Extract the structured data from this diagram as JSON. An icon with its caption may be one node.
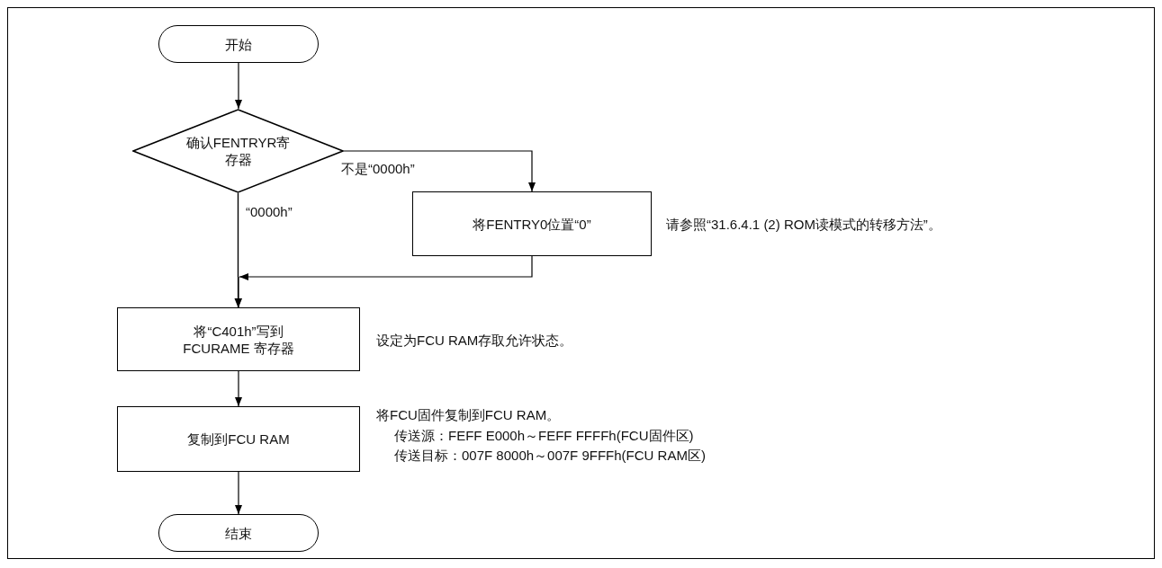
{
  "diagram": {
    "nodes": [
      {
        "text": [
          "开始"
        ]
      },
      {
        "text": [
          "确认FENTRYR寄存器"
        ]
      },
      {
        "text": [
          "将FENTRY0位置“0”"
        ],
        "beside": [
          "请参照“31.6.4.1  (2) ROM读模式的转移方法”。"
        ]
      },
      {
        "text": [
          "将“C401h”写到FCURAME 寄存器"
        ],
        "beside": [
          "设定为FCU RAM存取允许状态。"
        ]
      },
      {
        "text": [
          "复制到FCU RAM"
        ],
        "beside": [
          "将FCU固件复制到FCU RAM。",
          "传送源：FEFF E000h～FEFF FFFFh(FCU固件区)",
          "传送目标：007F 8000h～007F 9FFFh(FCU RAM区)"
        ]
      },
      {
        "text": [
          "结束"
        ]
      }
    ],
    "edges": [
      {
        "from": 0,
        "to": 1,
        "arrow": "to"
      },
      {
        "from": 1,
        "to": 2,
        "arrow": "to",
        "label": "不是“0000h”"
      },
      {
        "from": 1,
        "to": 3,
        "arrow": "to",
        "label": "“0000h”"
      },
      {
        "from": 2,
        "to": 3,
        "arrow": "to"
      },
      {
        "from": 3,
        "to": 4,
        "arrow": "to"
      },
      {
        "from": 4,
        "to": 5,
        "arrow": "to"
      }
    ]
  }
}
